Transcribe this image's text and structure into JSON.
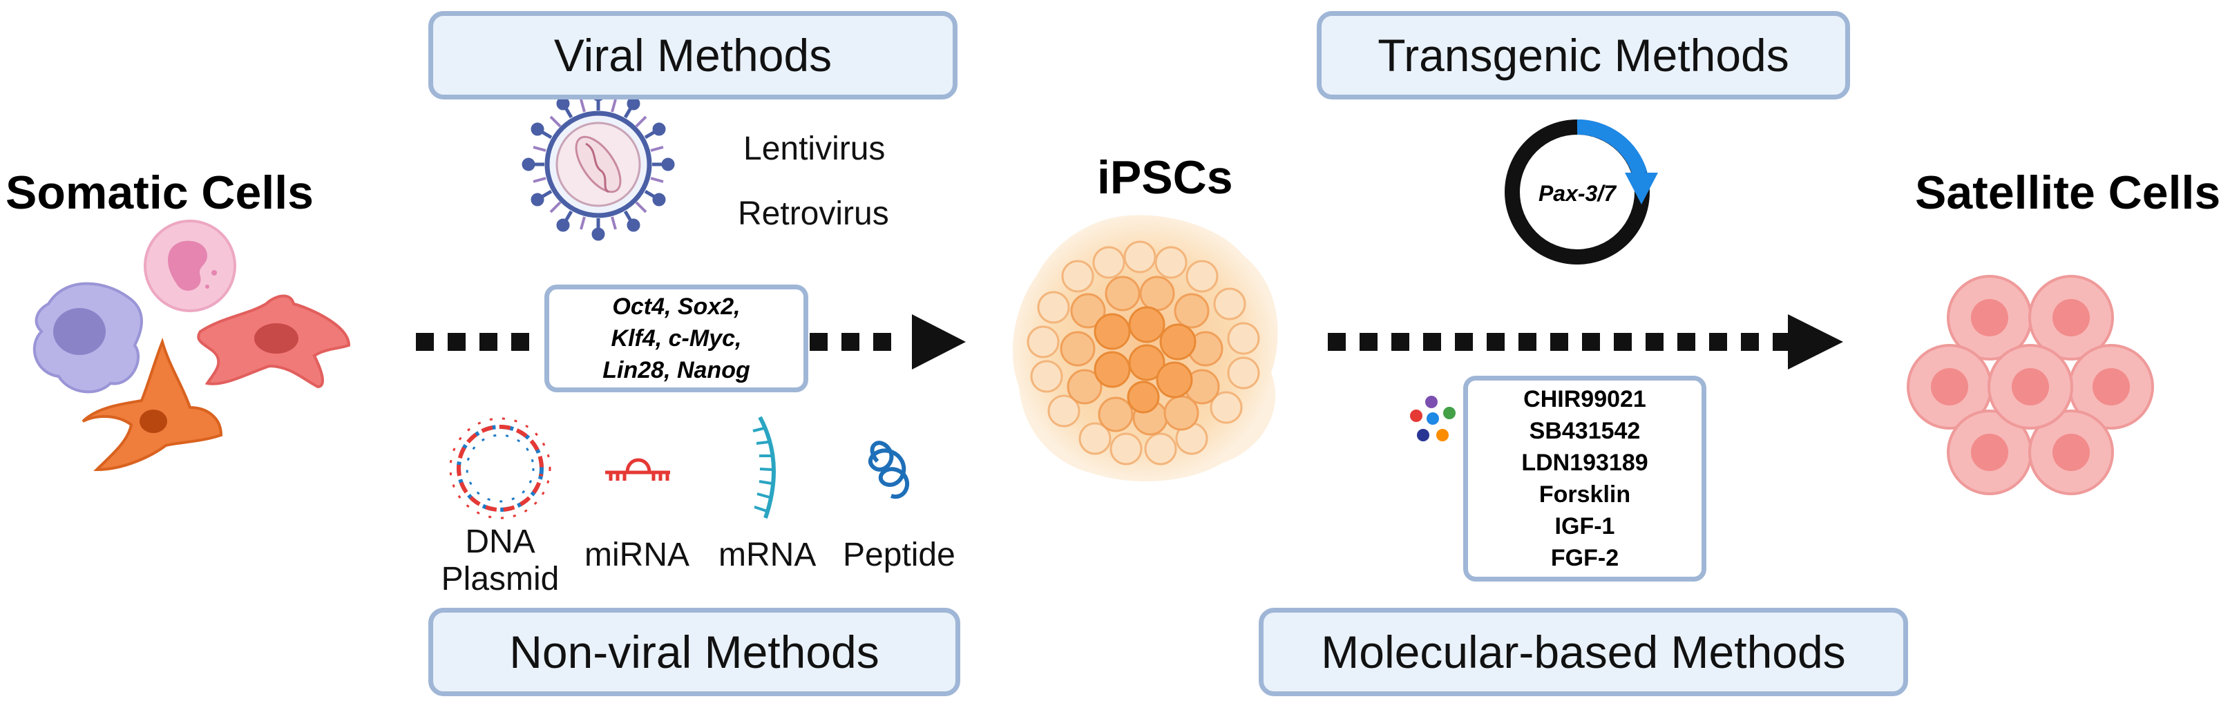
{
  "nodes": {
    "somatic": "Somatic Cells",
    "ipsc": "iPSCs",
    "satellite": "Satellite Cells"
  },
  "methods": {
    "viral": "Viral Methods",
    "nonviral": "Non-viral Methods",
    "transgenic": "Transgenic Methods",
    "molecular": "Molecular-based Methods"
  },
  "viral_types": [
    "Lentivirus",
    "Retrovirus"
  ],
  "factors": [
    "Oct4, Sox2,",
    "Klf4, c-Myc,",
    "Lin28, Nanog"
  ],
  "nonviral_types": [
    {
      "line1": "DNA",
      "line2": "Plasmid"
    },
    {
      "line1": "miRNA",
      "line2": ""
    },
    {
      "line1": "mRNA",
      "line2": ""
    },
    {
      "line1": "Peptide",
      "line2": ""
    }
  ],
  "transgene": "Pax-3/7",
  "molecules": [
    "CHIR99021",
    "SB431542",
    "LDN193189",
    "Forsklin",
    "IGF-1",
    "FGF-2"
  ],
  "colors": {
    "box_fill": "#e9f1fa",
    "box_border": "#9fb6d6",
    "arrow": "#111111",
    "plasmid_blue": "#1e88e5",
    "ipsc_orange": "#f7a85a",
    "satellite_pink": "#f4a3a3"
  }
}
